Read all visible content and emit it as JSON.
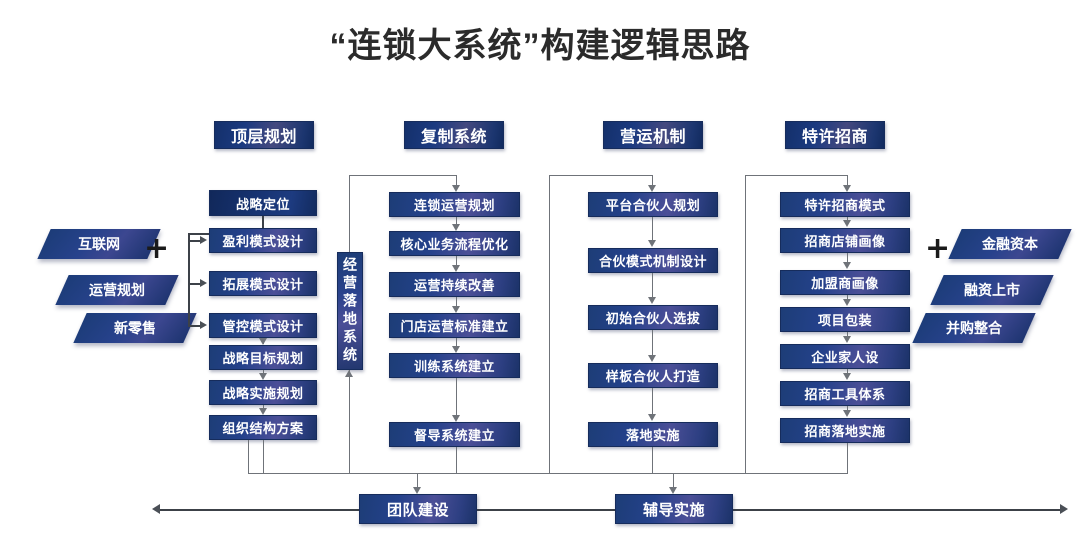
{
  "title": "“连锁大系统”构建逻辑思路",
  "colors": {
    "box_dark": "#14306b",
    "box_mid": "#24418b",
    "box_accent": "#4b4f97",
    "line": "#6f7379",
    "background": "#ffffff",
    "text": "#ffffff",
    "title_text": "#2b2b2b"
  },
  "left_inputs": {
    "plus_symbol": "+",
    "items": [
      {
        "label": "互联网"
      },
      {
        "label": "运营规划"
      },
      {
        "label": "新零售"
      }
    ]
  },
  "right_inputs": {
    "plus_symbol": "+",
    "items": [
      {
        "label": "金融资本"
      },
      {
        "label": "融资上市"
      },
      {
        "label": "并购整合"
      }
    ]
  },
  "side_label": {
    "label": "经营落地系统"
  },
  "columns": [
    {
      "header": "顶层规划",
      "lead": "战略定位",
      "items": [
        "盈利模式设计",
        "拓展模式设计",
        "管控模式设计",
        "战略目标规划",
        "战略实施规划",
        "组织结构方案"
      ]
    },
    {
      "header": "复制系统",
      "lead": null,
      "items": [
        "连锁运营规划",
        "核心业务流程优化",
        "运营持续改善",
        "门店运营标准建立",
        "训练系统建立",
        "督导系统建立"
      ]
    },
    {
      "header": "营运机制",
      "lead": null,
      "items": [
        "平台合伙人规划",
        "合伙模式机制设计",
        "初始合伙人选拔",
        "样板合伙人打造",
        "落地实施"
      ]
    },
    {
      "header": "特许招商",
      "lead": null,
      "items": [
        "特许招商模式",
        "招商店铺画像",
        "加盟商画像",
        "项目包装",
        "企业家人设",
        "招商工具体系",
        "招商落地实施"
      ]
    }
  ],
  "bottom": {
    "items": [
      {
        "label": "团队建设"
      },
      {
        "label": "辅导实施"
      }
    ]
  }
}
